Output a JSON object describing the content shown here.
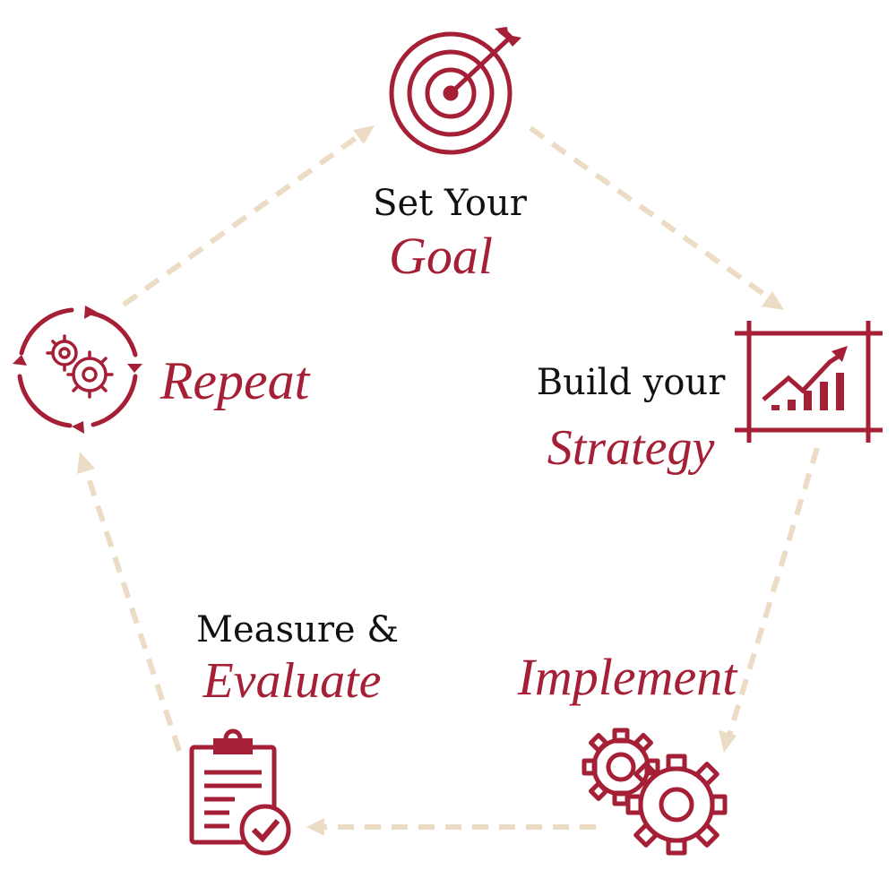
{
  "colors": {
    "accent": "#a51f36",
    "arrow": "#ecdcc5",
    "text": "#111111"
  },
  "steps": [
    {
      "title": "Set Your",
      "script": "Goal",
      "icon": "target-icon"
    },
    {
      "title": "Build your",
      "script": "Strategy",
      "icon": "growth-chart-icon"
    },
    {
      "title": "",
      "script": "Implement",
      "icon": "gears-icon"
    },
    {
      "title": "Measure &",
      "script": "Evaluate",
      "icon": "clipboard-check-icon"
    },
    {
      "title": "",
      "script": "Repeat",
      "icon": "cycle-gears-icon"
    }
  ]
}
